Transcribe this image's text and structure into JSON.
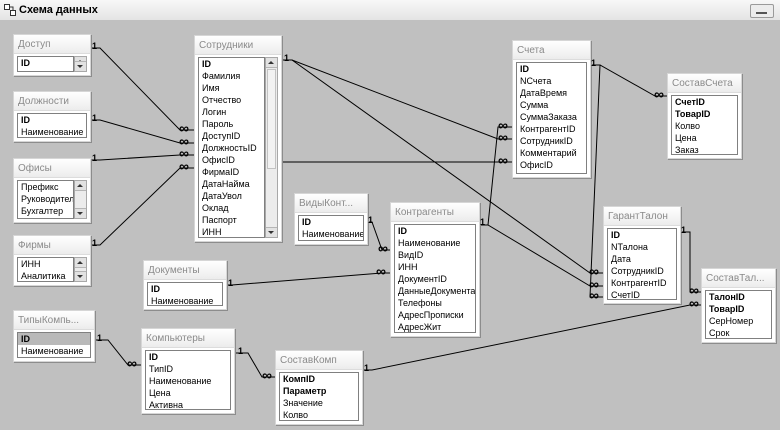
{
  "window": {
    "title": "Схема данных"
  },
  "tables": {
    "dostup": {
      "title": "Доступ",
      "fields": [
        "ID"
      ]
    },
    "dolzhnosti": {
      "title": "Должности",
      "fields": [
        "ID",
        "Наименование"
      ]
    },
    "ofisy": {
      "title": "Офисы",
      "fields": [
        "Префикс",
        "Руководитель",
        "Бухгалтер"
      ]
    },
    "firmy": {
      "title": "Фирмы",
      "fields": [
        "ИНН",
        "Аналитика"
      ]
    },
    "tipykomp": {
      "title": "ТипыКомпь...",
      "fields": [
        "ID",
        "Наименование"
      ]
    },
    "sotrudniki": {
      "title": "Сотрудники",
      "fields": [
        "ID",
        "Фамилия",
        "Имя",
        "Отчество",
        "Логин",
        "Пароль",
        "ДоступID",
        "ДолжностьID",
        "ОфисID",
        "ФирмаID",
        "ДатаНайма",
        "ДатаУвол",
        "Оклад",
        "Паспорт",
        "ИНН"
      ]
    },
    "dokumenty": {
      "title": "Документы",
      "fields": [
        "ID",
        "Наименование"
      ]
    },
    "kompyutery": {
      "title": "Компьютеры",
      "fields": [
        "ID",
        "ТипID",
        "Наименование",
        "Цена",
        "Активна"
      ]
    },
    "vidykont": {
      "title": "ВидыКонт...",
      "fields": [
        "ID",
        "Наименование"
      ]
    },
    "sostavkomp": {
      "title": "СоставКомп",
      "fields": [
        "КомпID",
        "Параметр",
        "Значение",
        "Колво"
      ]
    },
    "kontragenty": {
      "title": "Контрагенты",
      "fields": [
        "ID",
        "Наименование",
        "ВидID",
        "ИНН",
        "ДокументID",
        "ДанныеДокумента",
        "Телефоны",
        "АдресПрописки",
        "АдресЖит"
      ]
    },
    "scheta": {
      "title": "Счета",
      "fields": [
        "ID",
        "NСчета",
        "ДатаВремя",
        "Сумма",
        "СуммаЗаказа",
        "КонтрагентID",
        "СотрудникID",
        "Комментарий",
        "ОфисID"
      ]
    },
    "sostavscheta": {
      "title": "СоставСчета",
      "fields": [
        "СчетID",
        "ТоварID",
        "Колво",
        "Цена",
        "Заказ"
      ]
    },
    "garanttalon": {
      "title": "ГарантТалон",
      "fields": [
        "ID",
        "NТалона",
        "Дата",
        "СотрудникID",
        "КонтрагентID",
        "СчетID"
      ]
    },
    "sostavtal": {
      "title": "СоставТал...",
      "fields": [
        "ТалонID",
        "ТоварID",
        "СерНомер",
        "Срок"
      ]
    }
  },
  "relations": {
    "one_label": "1",
    "many_label": "∞"
  }
}
